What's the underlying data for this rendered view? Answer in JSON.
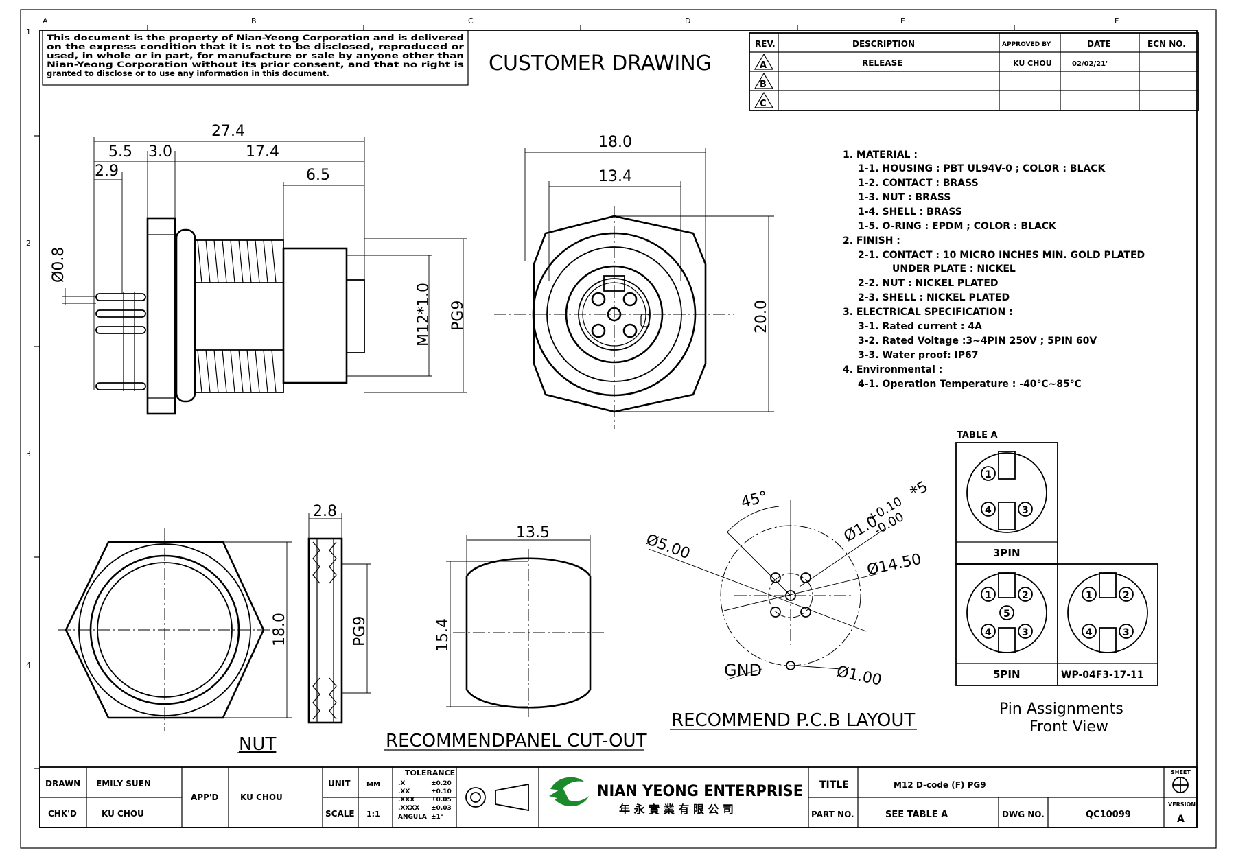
{
  "copyright_notice": [
    "This document is the property of Nian-Yeong Corporation and is delivered",
    "on the express condition that it is not to be disclosed, reproduced or",
    "used, in whole or in part, for manufacture or sale by anyone other than",
    "Nian-Yeong Corporation without its prior consent, and that no right is",
    "granted to disclose or to use any information in this document."
  ],
  "drawing_title": "CUSTOMER DRAWING",
  "grid": {
    "columns": [
      "A",
      "B",
      "C",
      "D",
      "E",
      "F"
    ],
    "rows": [
      "1",
      "2",
      "3",
      "4"
    ]
  },
  "revision_table": {
    "headers": [
      "REV.",
      "DESCRIPTION",
      "APPROVED BY",
      "DATE",
      "ECN NO."
    ],
    "rows": [
      {
        "rev": "A",
        "description": "RELEASE",
        "approved": "KU CHOU",
        "date": "02/02/21'",
        "ecn": ""
      },
      {
        "rev": "B",
        "description": "",
        "approved": "",
        "date": "",
        "ecn": ""
      },
      {
        "rev": "C",
        "description": "",
        "approved": "",
        "date": "",
        "ecn": ""
      }
    ]
  },
  "dimensions": {
    "side": {
      "overall": "27.4",
      "d1": "5.5",
      "d2": "3.0",
      "d3": "17.4",
      "d4": "2.9",
      "d5": "6.5",
      "pin": "Ø0.8",
      "thread": "M12*1.0",
      "pg": "PG9"
    },
    "front": {
      "outer": "18.0",
      "inner": "13.4",
      "height": "20.0"
    },
    "nut": {
      "width": "2.8",
      "height": "18.0",
      "pg": "PG9",
      "label": "NUT"
    },
    "panel": {
      "width": "13.5",
      "height": "15.4",
      "label": "RECOMMENDPANEL CUT-OUT"
    },
    "pcb": {
      "angle": "45°",
      "hole": "Ø5.00",
      "pins": "Ø1.0",
      "tol_plus": "+0.10",
      "tol_minus": "-0.00",
      "count": "*5",
      "circle": "Ø14.50",
      "gnd": "GND",
      "gnd_hole": "Ø1.00",
      "label": "RECOMMEND P.C.B LAYOUT"
    }
  },
  "notes": [
    "1. MATERIAL :",
    "1-1. HOUSING : PBT UL94V-0 ; COLOR : BLACK",
    "1-2. CONTACT : BRASS",
    "1-3. NUT : BRASS",
    "1-4. SHELL : BRASS",
    "1-5. O-RING : EPDM ; COLOR : BLACK",
    "2. FINISH :",
    "2-1. CONTACT : 10 MICRO INCHES MIN. GOLD PLATED",
    "UNDER PLATE : NICKEL",
    "2-2. NUT : NICKEL PLATED",
    "2-3. SHELL : NICKEL PLATED",
    "3. ELECTRICAL SPECIFICATION :",
    "3-1. Rated current : 4A",
    "3-2. Rated Voltage :3~4PIN 250V ; 5PIN 60V",
    "3-3. Water proof: IP67",
    "4. Environmental :",
    "4-1. Operation Temperature : -40℃~85℃"
  ],
  "pin_table": {
    "title": "TABLE A",
    "labels": [
      "3PIN",
      "5PIN",
      "WP-04F3-17-11"
    ],
    "pin_numbers": [
      "1",
      "2",
      "3",
      "4",
      "5"
    ],
    "caption_line1": "Pin Assignments",
    "caption_line2": "Front View"
  },
  "title_block": {
    "drawn_label": "DRAWN",
    "drawn_by": "EMILY SUEN",
    "checked_label": "CHK'D",
    "checked_by": "KU CHOU",
    "approved_label": "APP'D",
    "approved_by": "KU CHOU",
    "unit_label": "UNIT",
    "unit": "MM",
    "scale_label": "SCALE",
    "scale": "1:1",
    "tolerance_title": "TOLERANCE",
    "tolerances": [
      {
        "k": ".X",
        "v": "±0.20"
      },
      {
        "k": ".XX",
        "v": "±0.10"
      },
      {
        "k": ".XXX",
        "v": "±0.05"
      },
      {
        "k": ".XXXX",
        "v": "±0.03"
      },
      {
        "k": "ANGULA",
        "v": "±1°"
      }
    ],
    "company": "NIAN YEONG ENTERPRISE",
    "company_cn": "年 永 實 業 有 限 公 司",
    "title_label": "TITLE",
    "title_value": "M12 D-code (F) PG9",
    "part_label": "PART NO.",
    "part_value": "SEE TABLE A",
    "dwg_label": "DWG NO.",
    "dwg_value": "QC10099",
    "sheet_label": "SHEET",
    "version_label": "VERSION",
    "version": "A"
  }
}
